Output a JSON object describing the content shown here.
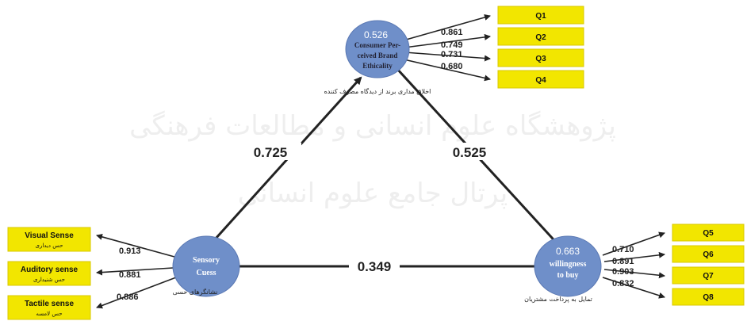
{
  "watermark": {
    "line1": "پژوهشگاه علوم انسانی و مطالعات فرهنگی",
    "line2": "پرتال جامع علوم انسانی"
  },
  "constructs": {
    "brand": {
      "r2": "0.526",
      "label_lines": [
        "Consumer Per-",
        "ceived Brand",
        "Ethicality"
      ],
      "caption": "اخلاق مداری برند از دیدگاه مصرف کننده"
    },
    "sensory": {
      "label_lines": [
        "Sensory",
        "Cuess"
      ],
      "caption": "نشانگرهای حسی"
    },
    "willingness": {
      "r2": "0.663",
      "label_lines": [
        "willingness",
        "to buy"
      ],
      "caption": "تمایل به پرداخت مشتریان"
    }
  },
  "paths": {
    "sensory_to_brand": "0.725",
    "brand_to_willingness": "0.525",
    "sensory_to_willingness": "0.349"
  },
  "brand_items": [
    {
      "label": "Q1",
      "loading": "0.861"
    },
    {
      "label": "Q2",
      "loading": "0.749"
    },
    {
      "label": "Q3",
      "loading": "0.731"
    },
    {
      "label": "Q4",
      "loading": "0.680"
    }
  ],
  "willingness_items": [
    {
      "label": "Q5",
      "loading": "0.710"
    },
    {
      "label": "Q6",
      "loading": "0.891"
    },
    {
      "label": "Q7",
      "loading": "0.903"
    },
    {
      "label": "Q8",
      "loading": "0.832"
    }
  ],
  "sensory_items": [
    {
      "label": "Visual Sense",
      "sub": "حس دیداری",
      "loading": "0.913"
    },
    {
      "label": "Auditory sense",
      "sub": "حس شنیداری",
      "loading": "0.881"
    },
    {
      "label": "Tactile sense",
      "sub": "حس لامسه",
      "loading": "0.886"
    }
  ],
  "colors": {
    "indicator_box": "#f2e600",
    "construct_circle": "#6f8fc9"
  }
}
